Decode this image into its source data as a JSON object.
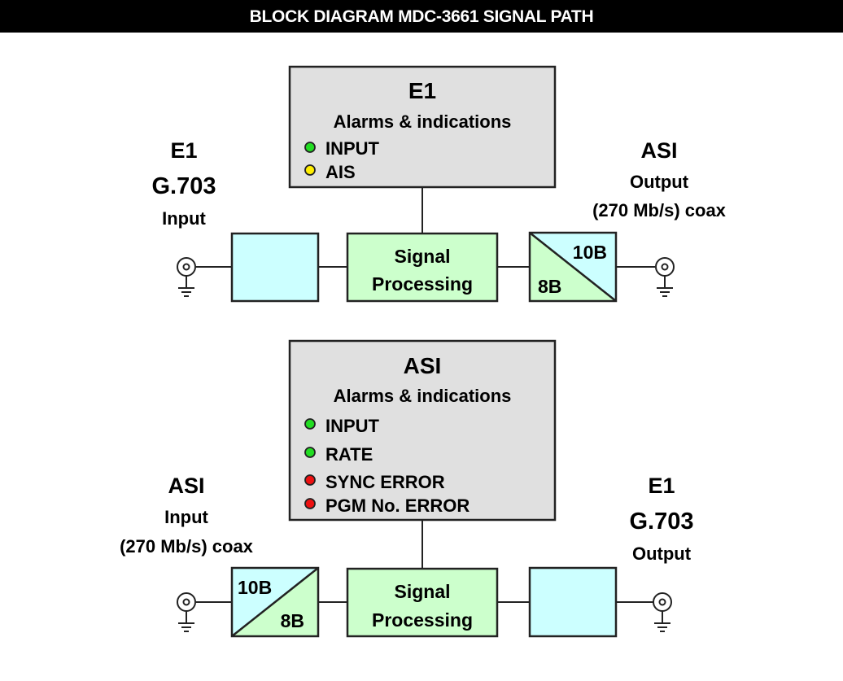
{
  "title": "BLOCK DIAGRAM MDC-3661 SIGNAL PATH",
  "colors": {
    "alarm_box": "#e0e0e0",
    "cyan_block": "#ccffff",
    "green_block": "#ccffcc",
    "led_green": "#22dd22",
    "led_yellow": "#ffee00",
    "led_red": "#ee1111"
  },
  "top_path": {
    "input_label": {
      "line1": "E1",
      "line2": "G.703",
      "line3": "Input"
    },
    "output_label": {
      "line1": "ASI",
      "line2": "Output",
      "line3": "(270 Mb/s) coax"
    },
    "alarm_box": {
      "title": "E1",
      "subtitle": "Alarms & indications",
      "indicators": [
        {
          "label": "INPUT",
          "color": "green"
        },
        {
          "label": "AIS",
          "color": "yellow"
        }
      ]
    },
    "processing": {
      "line1": "Signal",
      "line2": "Processing"
    },
    "encoder": {
      "from": "8B",
      "to": "10B"
    }
  },
  "bottom_path": {
    "input_label": {
      "line1": "ASI",
      "line2": "Input",
      "line3": "(270 Mb/s) coax"
    },
    "output_label": {
      "line1": "E1",
      "line2": "G.703",
      "line3": "Output"
    },
    "alarm_box": {
      "title": "ASI",
      "subtitle": "Alarms & indications",
      "indicators": [
        {
          "label": "INPUT",
          "color": "green"
        },
        {
          "label": "RATE",
          "color": "green"
        },
        {
          "label": "SYNC ERROR",
          "color": "red"
        },
        {
          "label": "PGM No. ERROR",
          "color": "red"
        }
      ]
    },
    "processing": {
      "line1": "Signal",
      "line2": "Processing"
    },
    "decoder": {
      "from": "10B",
      "to": "8B"
    }
  }
}
